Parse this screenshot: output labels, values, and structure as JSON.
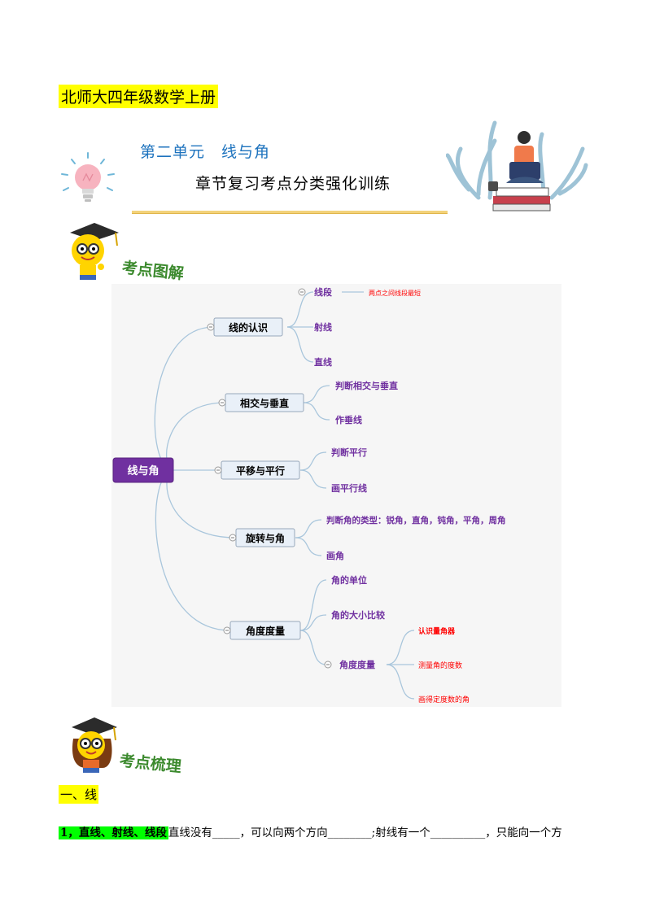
{
  "header": {
    "doc_title": "北师大四年级数学上册",
    "unit_title": "第二单元　线与角",
    "unit_subtitle": "章节复习考点分类强化训练"
  },
  "sections": {
    "diagram_label": "考点图解",
    "outline_label": "考点梳理"
  },
  "mindmap": {
    "root": "线与角",
    "branches": [
      {
        "label": "线的认识",
        "children": [
          {
            "label": "线段",
            "note": "两点之间线段最短"
          },
          {
            "label": "射线"
          },
          {
            "label": "直线"
          }
        ]
      },
      {
        "label": "相交与垂直",
        "children": [
          {
            "label": "判断相交与垂直"
          },
          {
            "label": "作垂线"
          }
        ]
      },
      {
        "label": "平移与平行",
        "children": [
          {
            "label": "判断平行"
          },
          {
            "label": "画平行线"
          }
        ]
      },
      {
        "label": "旋转与角",
        "children": [
          {
            "label": "判断角的类型：锐角，直角，钝角，平角，周角"
          },
          {
            "label": "画角"
          }
        ]
      },
      {
        "label": "角度度量",
        "children": [
          {
            "label": "角的单位"
          },
          {
            "label": "角的大小比较"
          },
          {
            "label": "角度度量",
            "children": [
              {
                "label": "认识量角器"
              },
              {
                "label": "测量角的度数"
              },
              {
                "label": "画得定度数的角"
              }
            ]
          }
        ]
      }
    ]
  },
  "content": {
    "heading1": "一、线",
    "para1_label": "1，直线、射线、线段",
    "para1_text": "直线没有_____，可以向两个方向________;射线有一个__________，只能向一个方"
  },
  "colors": {
    "highlight_yellow": "#ffff00",
    "highlight_green": "#00ff00",
    "title_blue": "#1e73be",
    "root_purple": "#7030a0",
    "child_purple": "#7030a0",
    "note_red": "#ff0000",
    "section_green": "#3c8a2e"
  }
}
